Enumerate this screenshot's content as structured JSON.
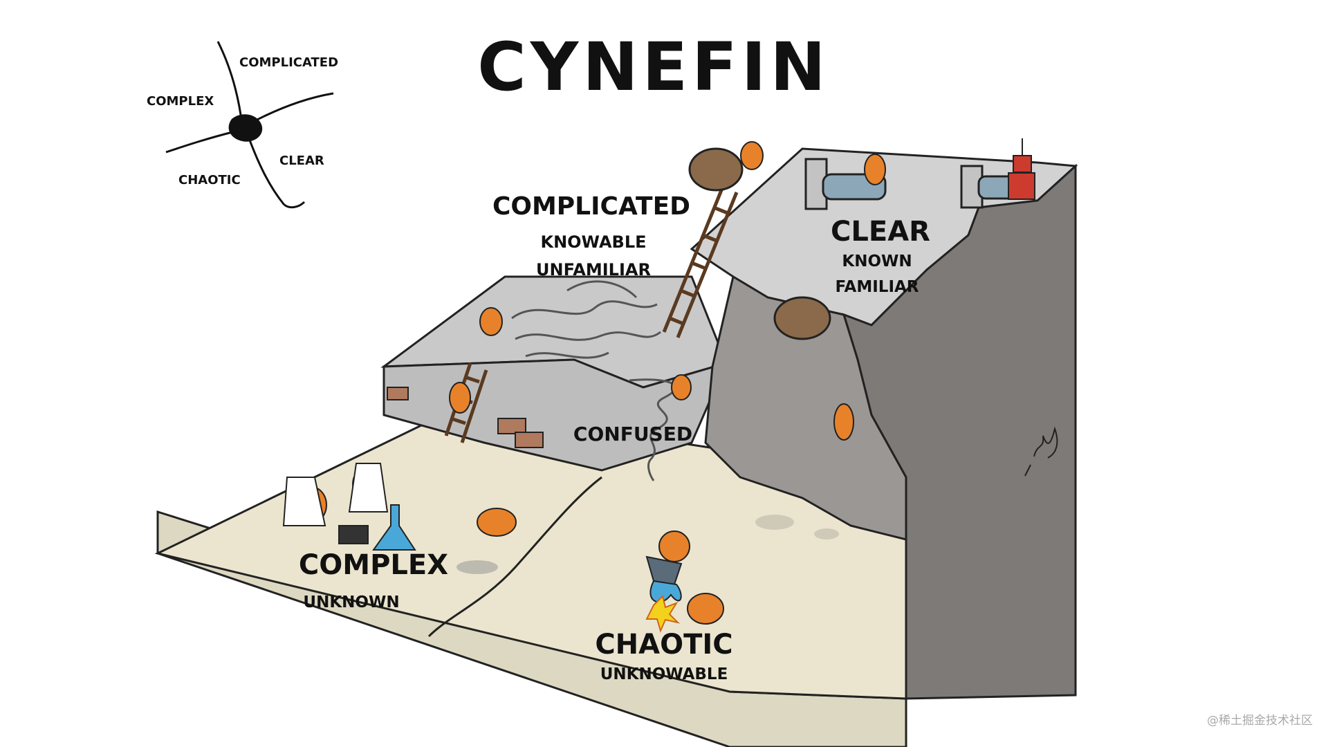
{
  "title": "CYNEFIN",
  "framework_sketch": {
    "labels": {
      "complicated": "COMPLICATED",
      "complex": "COMPLEX",
      "clear": "CLEAR",
      "chaotic": "CHAOTIC"
    }
  },
  "domains": {
    "complicated": {
      "name": "COMPLICATED",
      "line1": "KNOWABLE",
      "line2": "UNFAMILIAR"
    },
    "clear": {
      "name": "CLEAR",
      "line1": "KNOWN",
      "line2": "FAMILIAR"
    },
    "complex": {
      "name": "COMPLEX",
      "line1": "UNKNOWN"
    },
    "chaotic": {
      "name": "CHAOTIC",
      "line1": "UNKNOWABLE"
    },
    "confused": {
      "name": "CONFUSED"
    }
  },
  "watermark": "@稀土掘金技术社区",
  "colors": {
    "ground": "#ebe5cf",
    "ground_side": "#dcd8c2",
    "mid_block": "#c9c9c9",
    "top_block": "#d2d2d2",
    "cliff": "#7d7a78",
    "creature": "#e8822a",
    "robot": "#cc3b2e",
    "sack": "#8a6a4a",
    "flask_liquid": "#4aa8d8"
  }
}
